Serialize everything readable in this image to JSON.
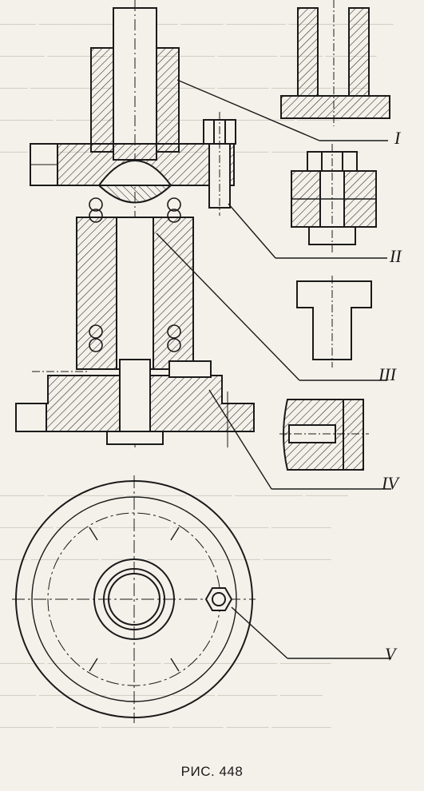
{
  "figure": {
    "caption": "РИС. 448",
    "detail_labels": [
      "I",
      "II",
      "III",
      "IV",
      "V"
    ]
  }
}
